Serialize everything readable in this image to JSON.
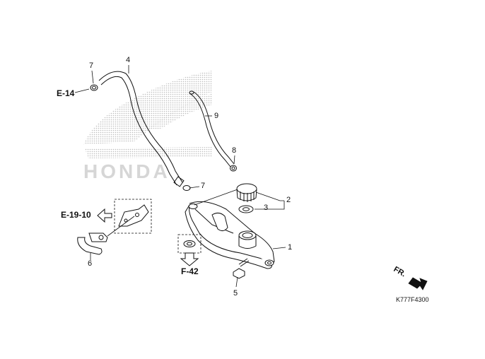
{
  "callouts": {
    "p1": "1",
    "p2": "2",
    "p3": "3",
    "p4": "4",
    "p5": "5",
    "p6": "6",
    "p7a": "7",
    "p7b": "7",
    "p8": "8",
    "p9": "9"
  },
  "refs": {
    "e14": "E-14",
    "e1910": "E-19-10",
    "f42": "F-42",
    "fr": "FR."
  },
  "drawing_code": "K777F4300",
  "watermark": {
    "text": "HONDA",
    "color": "#d6d6d6"
  },
  "colors": {
    "line": "#111111",
    "paper": "#ffffff"
  }
}
